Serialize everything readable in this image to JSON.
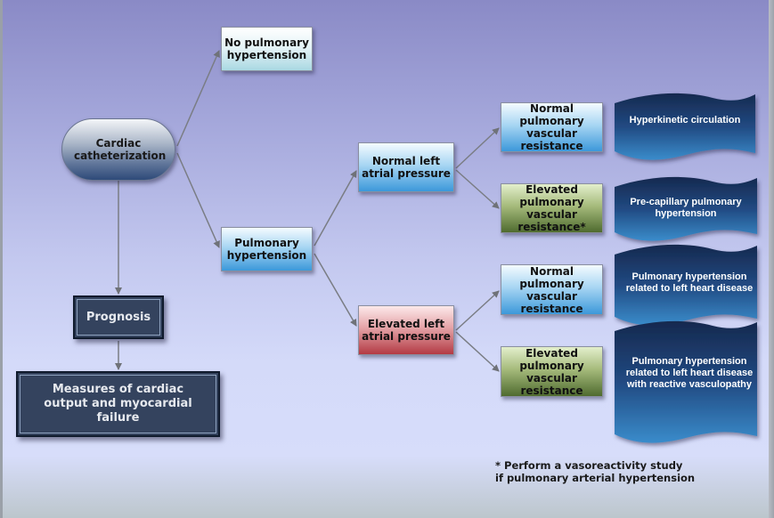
{
  "diagram": {
    "root": "Cardiac catheterization",
    "nodes": {
      "no_ph": "No pulmonary hypertension",
      "ph": "Pulmonary hypertension",
      "normal_lap": "Normal left atrial pressure",
      "elevated_lap": "Elevated left atrial pressure",
      "normal_pvr_1": "Normal pulmonary vascular resistance",
      "elevated_pvr_1": "Elevated pulmonary vascular resistance*",
      "normal_pvr_2": "Normal pulmonary vascular resistance",
      "elevated_pvr_2": "Elevated pulmonary vascular resistance",
      "prognosis": "Prognosis",
      "measures": "Measures of cardiac output and myocardial failure"
    },
    "outcomes": {
      "hyperkinetic": "Hyperkinetic circulation",
      "precapillary": "Pre-capillary pulmonary hypertension",
      "lhd": "Pulmonary hypertension related to left heart disease",
      "lhd_reactive": "Pulmonary hypertension related to left heart disease with reactive vasculopathy"
    },
    "footnote": "* Perform a vasoreactivity study\nif pulmonary arterial hypertension",
    "colors": {
      "background_top": "#8a8ac6",
      "background_bottom": "#d7ddfa",
      "arrow": "#6f7278",
      "normal_box": "#3c98da",
      "elevated_pvr_box": "#4f6b2f",
      "elevated_lap_box": "#b33a44",
      "outcome_wave": "#1d3a6a",
      "dark_box": "#34435e"
    }
  }
}
